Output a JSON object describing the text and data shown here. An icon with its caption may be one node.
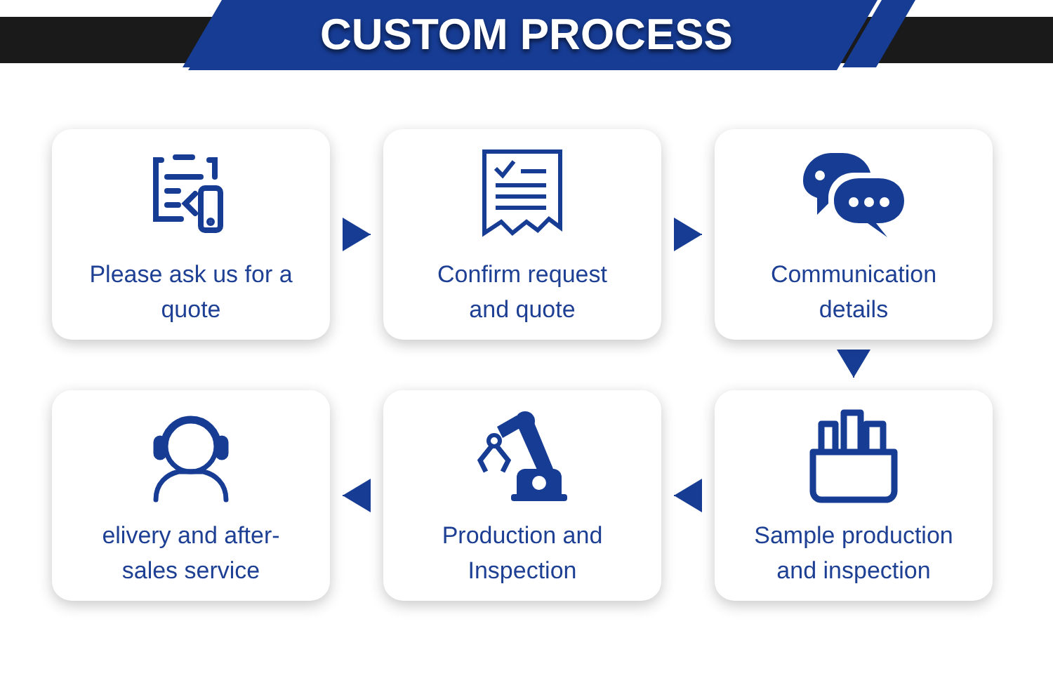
{
  "diagram": {
    "title": "CUSTOM PROCESS",
    "nodes": [
      {
        "text": [
          "Please ask us for a quote"
        ]
      },
      {
        "text": [
          "Confirm request and quote"
        ]
      },
      {
        "text": [
          "Communication details"
        ]
      },
      {
        "text": [
          "elivery and after-sales service"
        ]
      },
      {
        "text": [
          "Production and Inspection"
        ]
      },
      {
        "text": [
          "Sample production and inspection"
        ]
      }
    ],
    "edges": [
      {
        "from": 0,
        "to": 1,
        "arrow": "to"
      },
      {
        "from": 1,
        "to": 2,
        "arrow": "to"
      },
      {
        "from": 2,
        "to": 5,
        "arrow": "to"
      },
      {
        "from": 5,
        "to": 4,
        "arrow": "to"
      },
      {
        "from": 4,
        "to": 3,
        "arrow": "to"
      }
    ]
  }
}
